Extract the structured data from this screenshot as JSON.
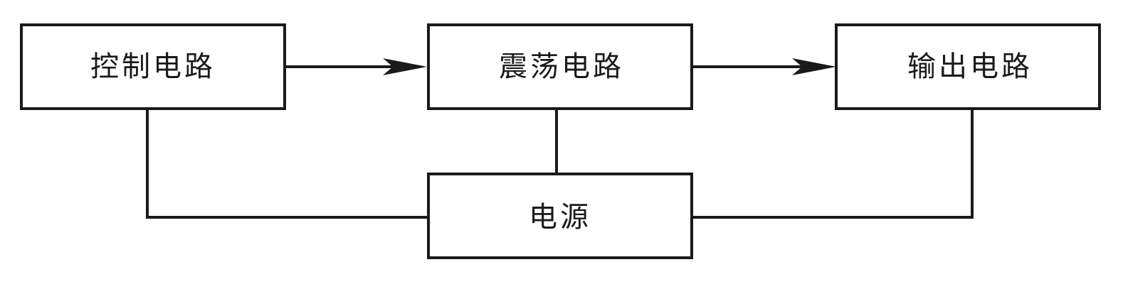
{
  "blocks": {
    "control": "控制电路",
    "oscillator": "震荡电路",
    "output": "输出电路",
    "power": "电源"
  },
  "colors": {
    "line": "#1a1a1a",
    "background": "#ffffff"
  }
}
